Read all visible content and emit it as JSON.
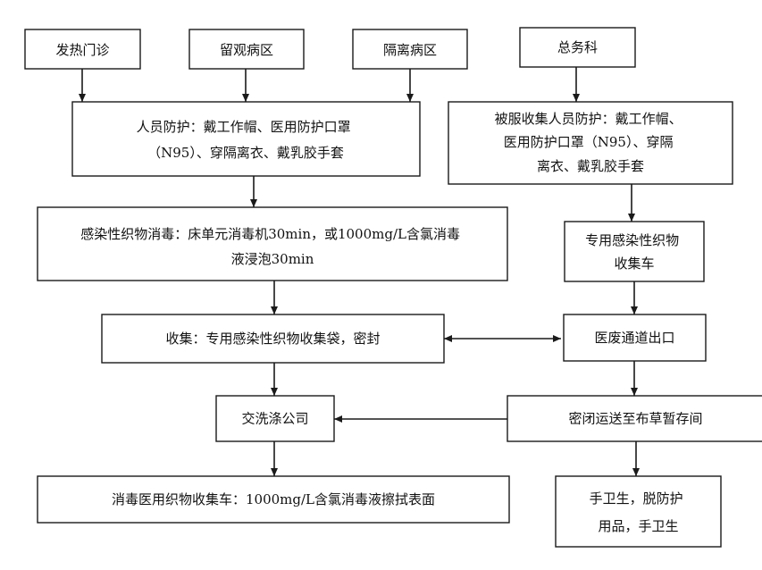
{
  "nodes": {
    "fever_clinic": {
      "lines": [
        "发热门诊"
      ]
    },
    "observation_ward": {
      "lines": [
        "留观病区"
      ]
    },
    "isolation_ward": {
      "lines": [
        "隔离病区"
      ]
    },
    "general_affairs": {
      "lines": [
        "总务科"
      ]
    },
    "staff_protection": {
      "lines": [
        "人员防护：戴工作帽、医用防护口罩",
        "（N95）、穿隔离衣、戴乳胶手套"
      ]
    },
    "collector_protection": {
      "lines": [
        "被服收集人员防护：戴工作帽、",
        "医用防护口罩（N95）、穿隔",
        "离衣、戴乳胶手套"
      ]
    },
    "disinfection": {
      "lines": [
        "感染性织物消毒：床单元消毒机30min，或1000mg/L含氯消毒",
        "液浸泡30min"
      ]
    },
    "collection_cart": {
      "lines": [
        "专用感染性织物",
        "收集车"
      ]
    },
    "collection": {
      "lines": [
        "收集：专用感染性织物收集袋，密封"
      ]
    },
    "waste_exit": {
      "lines": [
        "医废通道出口"
      ]
    },
    "laundry_company": {
      "lines": [
        "交洗涤公司"
      ]
    },
    "sealed_transport": {
      "lines": [
        "密闭运送至布草暂存间"
      ]
    },
    "cart_disinfection": {
      "lines": [
        "消毒医用织物收集车：1000mg/L含氯消毒液擦拭表面"
      ]
    },
    "hand_hygiene": {
      "lines": [
        "手卫生，脱防护",
        "用品，手卫生"
      ]
    }
  }
}
